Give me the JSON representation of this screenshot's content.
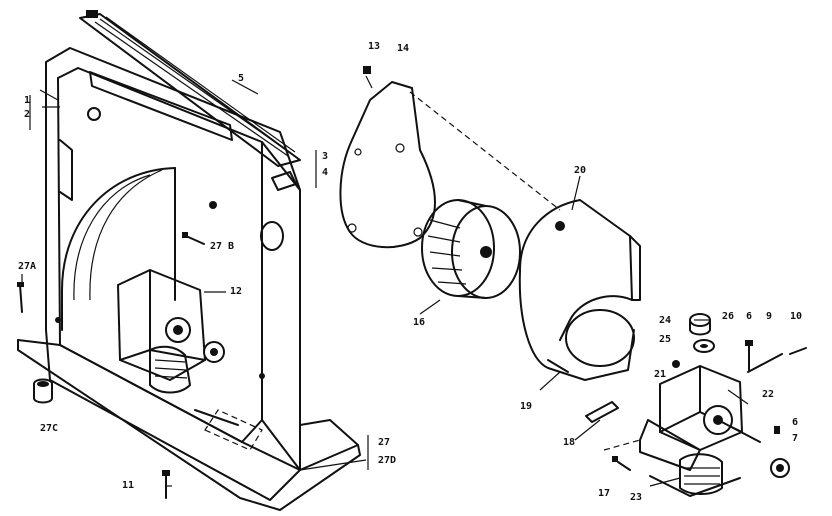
{
  "labels": {
    "l1": "1",
    "l2": "2",
    "l3": "3",
    "l4": "4",
    "l5": "5",
    "l6a": "6",
    "l6b": "6",
    "l7": "7",
    "l9": "9",
    "l10": "10",
    "l11": "11",
    "l12": "12",
    "l13": "13",
    "l14": "14",
    "l16": "16",
    "l17": "17",
    "l18": "18",
    "l19": "19",
    "l20": "20",
    "l21": "21",
    "l22": "22",
    "l23": "23",
    "l24": "24",
    "l25": "25",
    "l26": "26",
    "l27": "27",
    "l27a": "27A",
    "l27b": "27 B",
    "l27c": "27C",
    "l27d": "27D"
  }
}
